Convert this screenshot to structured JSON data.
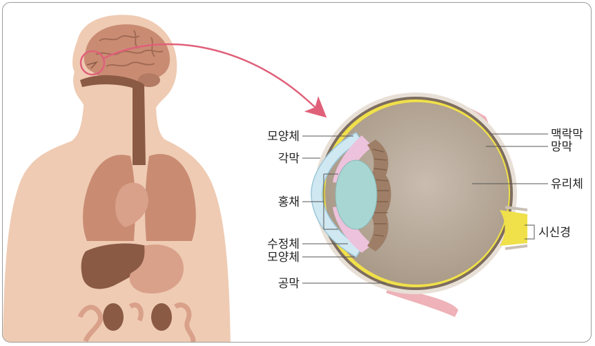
{
  "labels": {
    "ciliary_body_top": "모양체",
    "cornea": "각막",
    "iris": "홍채",
    "lens": "수정체",
    "ciliary_body_bottom": "모양체",
    "sclera": "공막",
    "choroid": "맥락막",
    "retina": "망막",
    "vitreous": "유리체",
    "optic_nerve": "시신경"
  },
  "colors": {
    "skin": "#efcbb3",
    "organ": "#c98c73",
    "organ_dark": "#8b5a44",
    "highlight_ring": "#e0607a",
    "arrow": "#e0607a",
    "eyeball": "#b9ab9b",
    "retina": "#f0e04a",
    "lens": "#a8d6d3",
    "cornea": "#cfe8f2",
    "ciliary": "#ecc2dc"
  }
}
